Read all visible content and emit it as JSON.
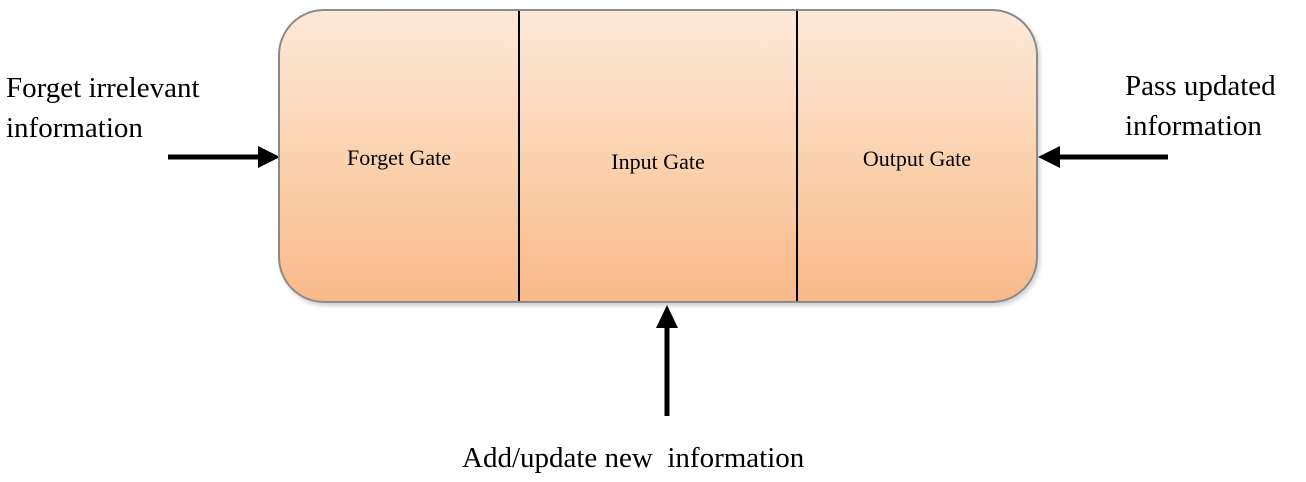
{
  "gates": {
    "forget": "Forget Gate",
    "input": "Input Gate",
    "output": "Output Gate"
  },
  "inputs": {
    "forget": [
      "Forget irrelevant",
      "information"
    ],
    "pass": [
      "Pass updated",
      "information"
    ],
    "add": "Add/update new  information"
  },
  "colors": {
    "block_fill_top": "#fde9d9",
    "block_fill_bottom": "#f9b98a",
    "block_border": "#8a8a8a",
    "arrow": "#000000"
  }
}
